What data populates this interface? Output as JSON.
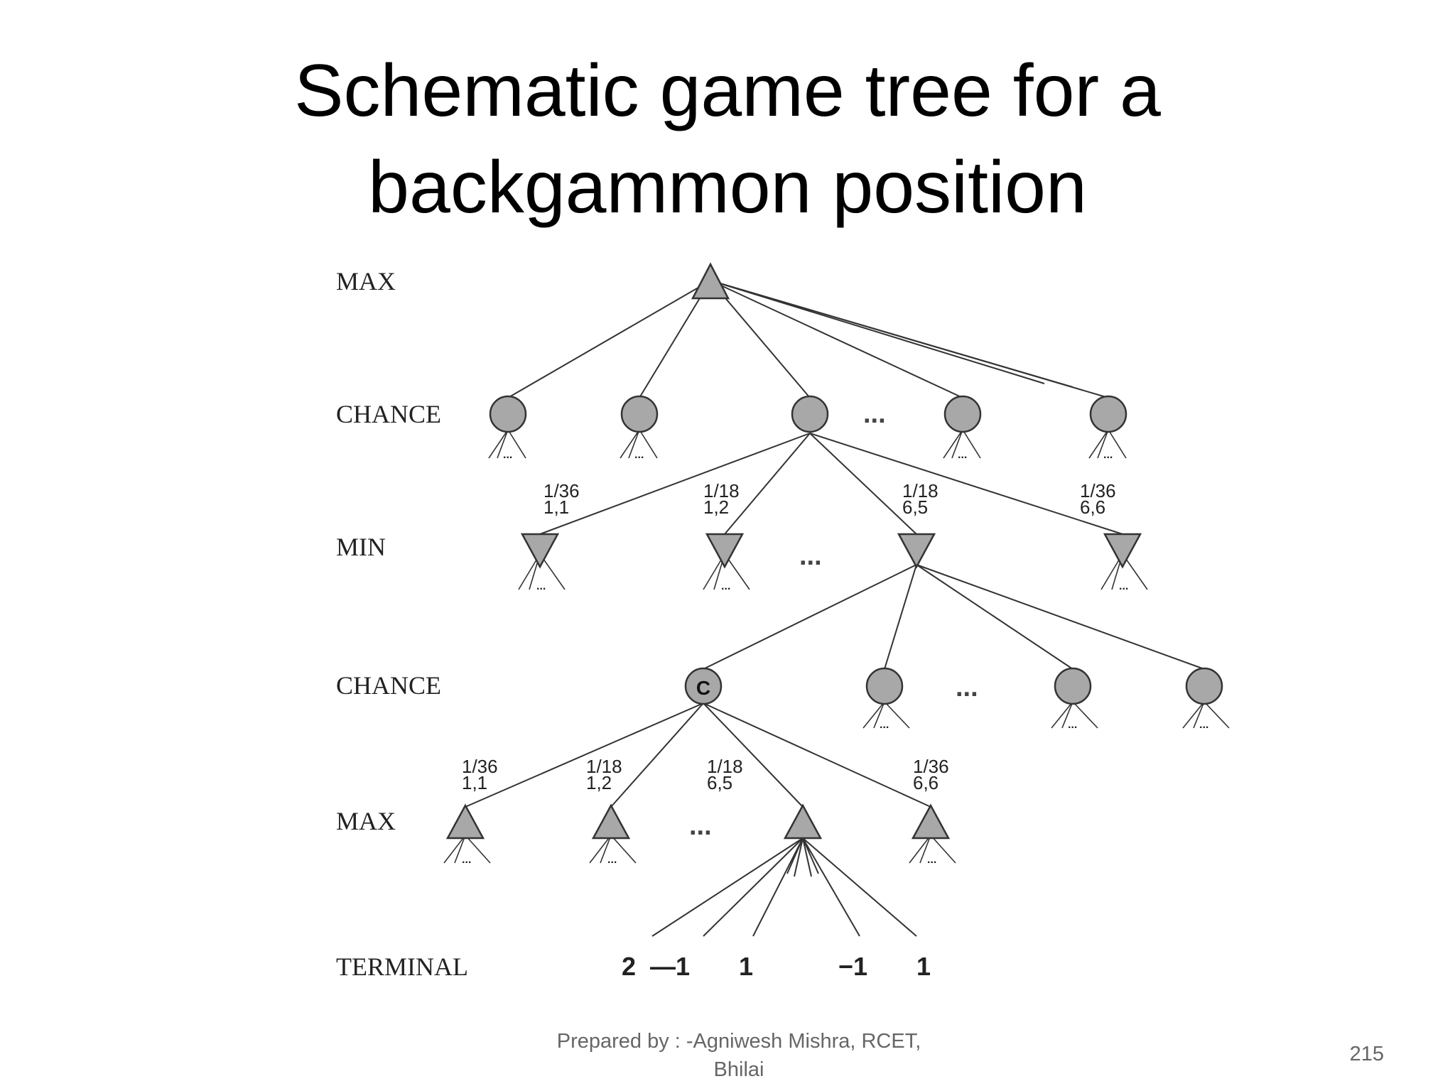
{
  "slide": {
    "title_line1": "Schematic game tree for a",
    "title_line2": "backgammon position",
    "footer_line1": "Prepared by : -Agniwesh Mishra, RCET,",
    "footer_line2": "Bhilai",
    "page_number": "215"
  },
  "tree": {
    "levels": [
      "MAX",
      "CHANCE",
      "MIN",
      "CHANCE",
      "MAX",
      "TERMINAL"
    ],
    "min_probs": [
      {
        "p": "1/36",
        "roll": "1,1"
      },
      {
        "p": "1/18",
        "roll": "1,2"
      },
      {
        "p": "1/18",
        "roll": "6,5"
      },
      {
        "p": "1/36",
        "roll": "6,6"
      }
    ],
    "max_probs": [
      {
        "p": "1/36",
        "roll": "1,1"
      },
      {
        "p": "1/18",
        "roll": "1,2"
      },
      {
        "p": "1/18",
        "roll": "6,5"
      },
      {
        "p": "1/36",
        "roll": "6,6"
      }
    ],
    "chance_node_label": "C",
    "ellipsis": "...",
    "subtree_ellipsis": "...",
    "terminal_values": [
      "2",
      "—1",
      "1",
      "−1",
      "1"
    ]
  }
}
